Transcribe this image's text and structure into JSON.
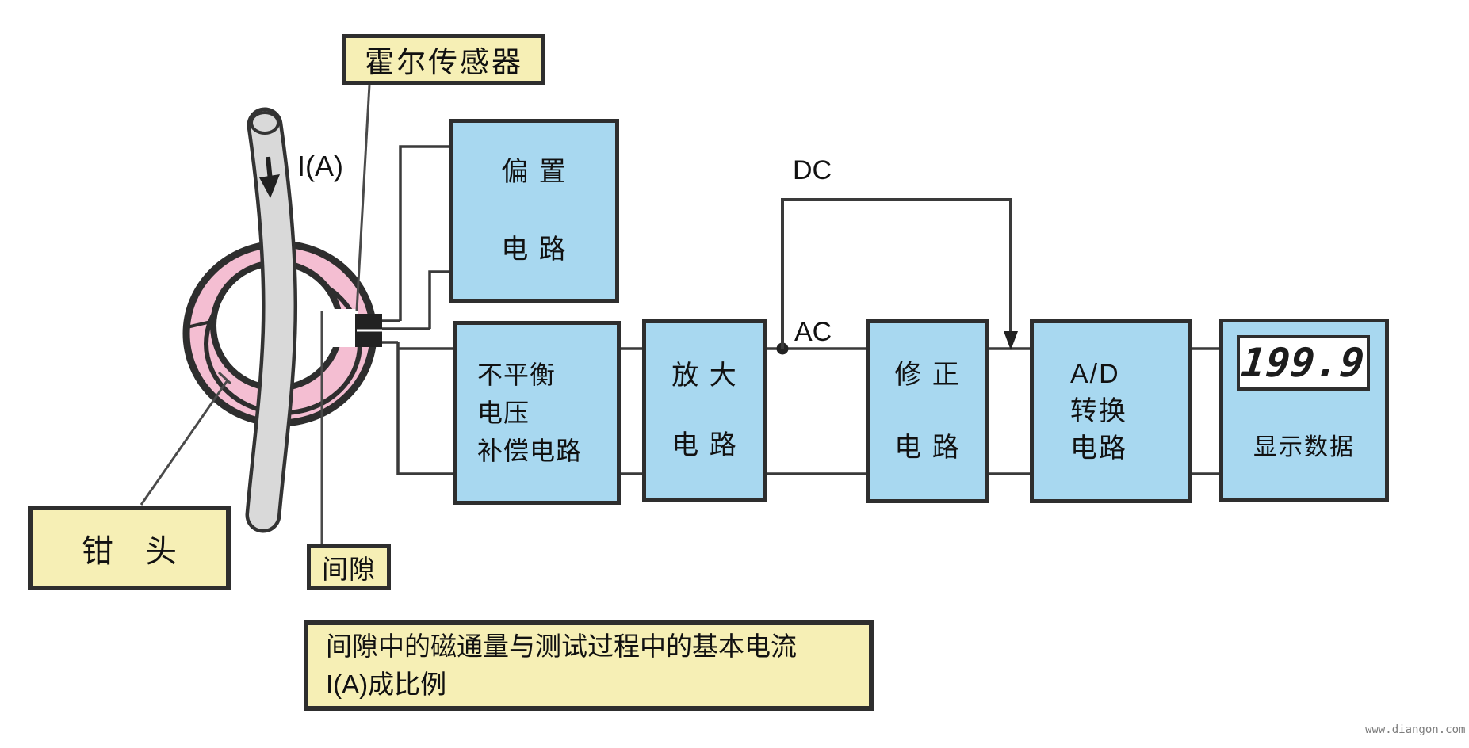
{
  "labels": {
    "hall_sensor": "霍尔传感器",
    "clamp_head": "钳　头",
    "gap": "间隙",
    "current": "I(A)",
    "ac": "AC",
    "dc": "DC"
  },
  "blocks": {
    "bias": {
      "line1": "偏 置",
      "line2": "电 路"
    },
    "compensation": {
      "line1": "不平衡",
      "line2": "电压",
      "line3": "补偿电路"
    },
    "amplifier": {
      "line1": "放 大",
      "line2": "电 路"
    },
    "correction": {
      "line1": "修 正",
      "line2": "电 路"
    },
    "adc": {
      "line1": "A/D",
      "line2": "转换",
      "line3": "电路"
    },
    "display": {
      "reading": "199.9",
      "caption": "显示数据"
    }
  },
  "note": {
    "line1": "间隙中的磁通量与测试过程中的基本电流",
    "line2": "I(A)成比例"
  },
  "watermark": "www.diangon.com",
  "colors": {
    "block_fill": "#a8d8f0",
    "label_fill": "#f6efb5",
    "ring_fill": "#f4bed2",
    "cable_fill": "#d9d9d9",
    "outline": "#2e2e2e"
  }
}
